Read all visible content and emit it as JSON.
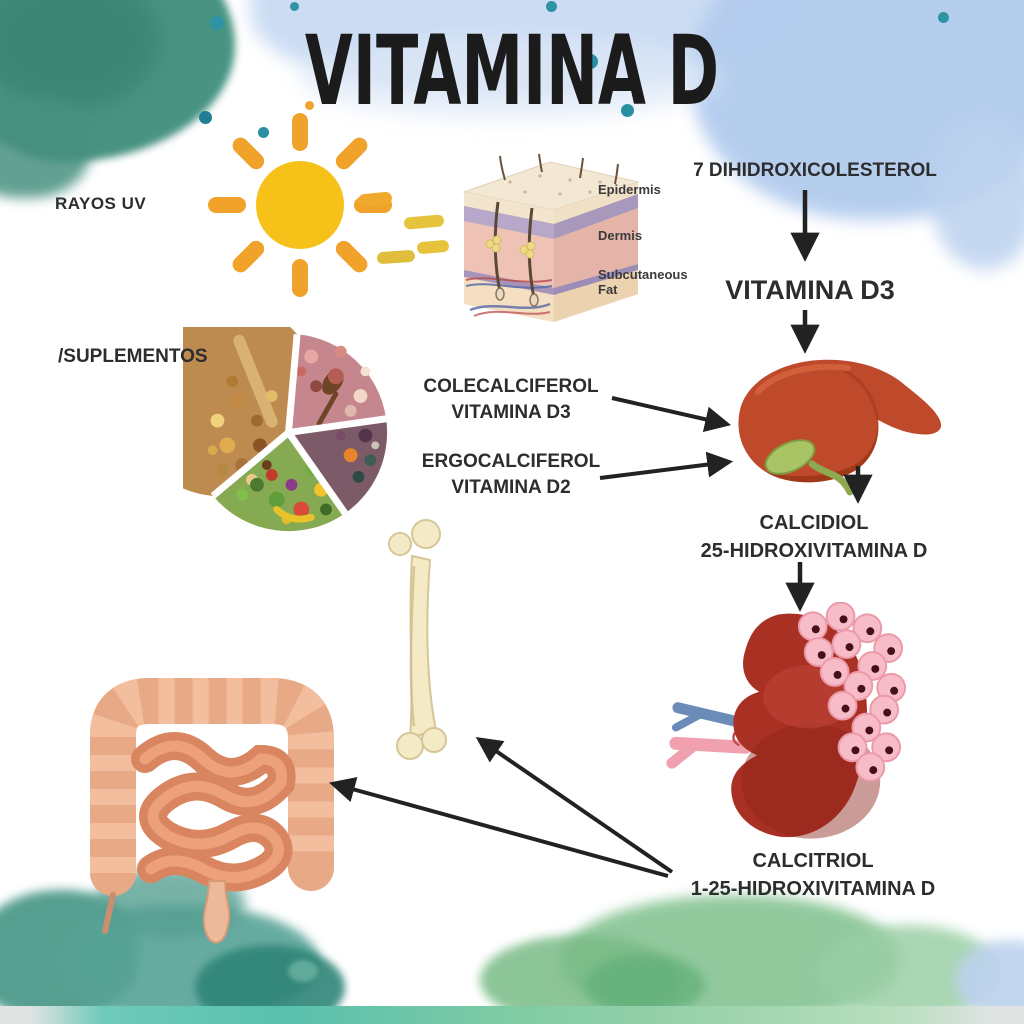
{
  "title": "VITAMINA D",
  "inputs": {
    "uv_label": "RAYOS UV",
    "supplements_label": "/SUPLEMENTOS"
  },
  "skin_diagram": {
    "layer_labels": [
      "Epidermis",
      "Dermis",
      "Subcutaneous Fat"
    ]
  },
  "pathway": {
    "precursor": "7 DIHIDROXICOLESTEROL",
    "skin_product": "VITAMINA D3",
    "dietary_forms": [
      {
        "name": "COLECALCIFEROL",
        "vitamin": "VITAMINA D3"
      },
      {
        "name": "ERGOCALCIFEROL",
        "vitamin": "VITAMINA D2"
      }
    ],
    "liver_product": {
      "name": "CALCIDIOL",
      "alt": "25-HIDROXIVITAMINA D"
    },
    "kidney_product": {
      "name": "CALCITRIOL",
      "alt": "1-25-HIDROXIVITAMINA D"
    }
  },
  "icons": {
    "sun": "sun-icon",
    "uv_dashes": "uv-ray-dashes",
    "skin": "skin-cross-section-icon",
    "food_plate": "food-groups-plate-icon",
    "liver": "liver-icon",
    "kidney": "kidney-adrenal-icon",
    "bone": "femur-bone-icon",
    "intestine": "intestine-icon"
  },
  "colors": {
    "teal_watercolor": "#418f7d",
    "blue_watercolor": "#b3ccee",
    "green_watercolor": "#86c493",
    "sun_core": "#f6c21a",
    "sun_rays": "#f0a22a",
    "liver": "#bf4a2b",
    "kidney": "#a93124",
    "bone": "#f4ebc6",
    "intestine": "#edb292",
    "arrow": "#222222",
    "text": "#2d2d2d"
  }
}
